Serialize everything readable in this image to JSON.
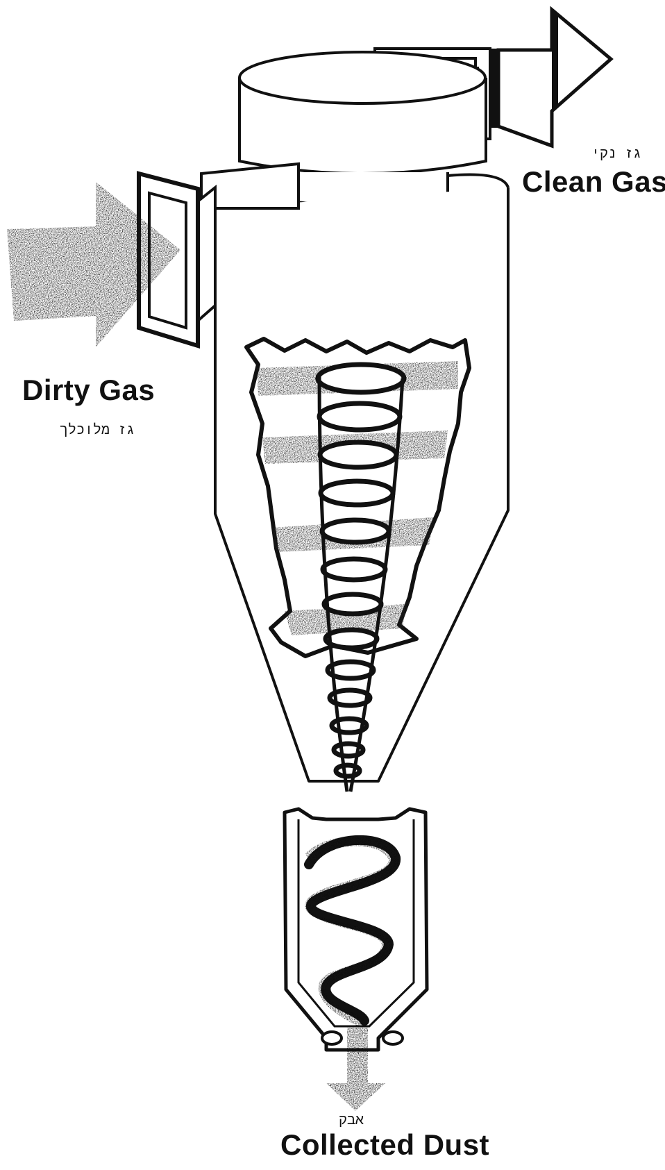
{
  "labels": {
    "clean_gas_en": "Clean Gas",
    "clean_gas_he": "גז נקי",
    "dirty_gas_en": "Dirty Gas",
    "dirty_gas_he": "גז מלוכלך",
    "collected_dust_en": "Collected Dust",
    "collected_dust_he": "אבק"
  },
  "colors": {
    "ink": "#111111",
    "paper": "#ffffff",
    "dust": "#2a2a2a"
  }
}
